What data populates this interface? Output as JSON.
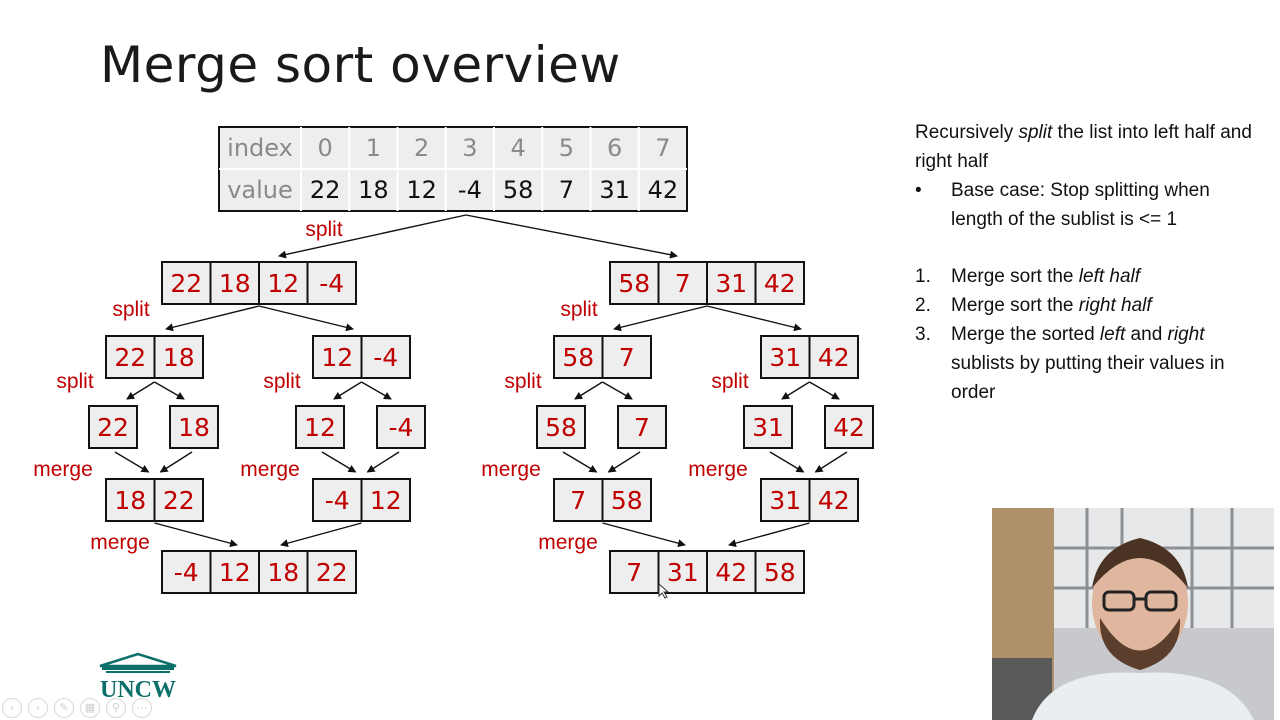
{
  "slide": {
    "title": "Merge sort overview",
    "logo_text": "UNCW",
    "accent_color": "#c00000",
    "box_fill": "#eeeeee"
  },
  "table": {
    "row_labels": [
      "index",
      "value"
    ],
    "indices": [
      "0",
      "1",
      "2",
      "3",
      "4",
      "5",
      "6",
      "7"
    ],
    "values": [
      "22",
      "18",
      "12",
      "-4",
      "58",
      "7",
      "31",
      "42"
    ]
  },
  "diagram": {
    "split_label": "split",
    "merge_label": "merge",
    "split_level_1": [
      [
        "22",
        "18",
        "12",
        "-4"
      ],
      [
        "58",
        "7",
        "31",
        "42"
      ]
    ],
    "split_level_2": [
      [
        "22",
        "18"
      ],
      [
        "12",
        "-4"
      ],
      [
        "58",
        "7"
      ],
      [
        "31",
        "42"
      ]
    ],
    "singletons": [
      "22",
      "18",
      "12",
      "-4",
      "58",
      "7",
      "31",
      "42"
    ],
    "merge_level_1": [
      [
        "18",
        "22"
      ],
      [
        "-4",
        "12"
      ],
      [
        "7",
        "58"
      ],
      [
        "31",
        "42"
      ]
    ],
    "merge_level_2": [
      [
        "-4",
        "12",
        "18",
        "22"
      ],
      [
        "7",
        "31",
        "42",
        "58"
      ]
    ]
  },
  "notes": {
    "intro_parts": [
      "Recursively ",
      "split",
      " the list into left half and right half"
    ],
    "bullet": "Base case: Stop splitting when length of the sublist is <= 1",
    "steps": [
      {
        "num": "1.",
        "parts": [
          "Merge sort the ",
          "left half",
          ""
        ]
      },
      {
        "num": "2.",
        "parts": [
          "Merge sort the ",
          "right half",
          ""
        ]
      },
      {
        "num": "3.",
        "parts": [
          "Merge the sorted ",
          "left",
          " and ",
          "right",
          " sublists by putting their values in order"
        ]
      }
    ]
  }
}
